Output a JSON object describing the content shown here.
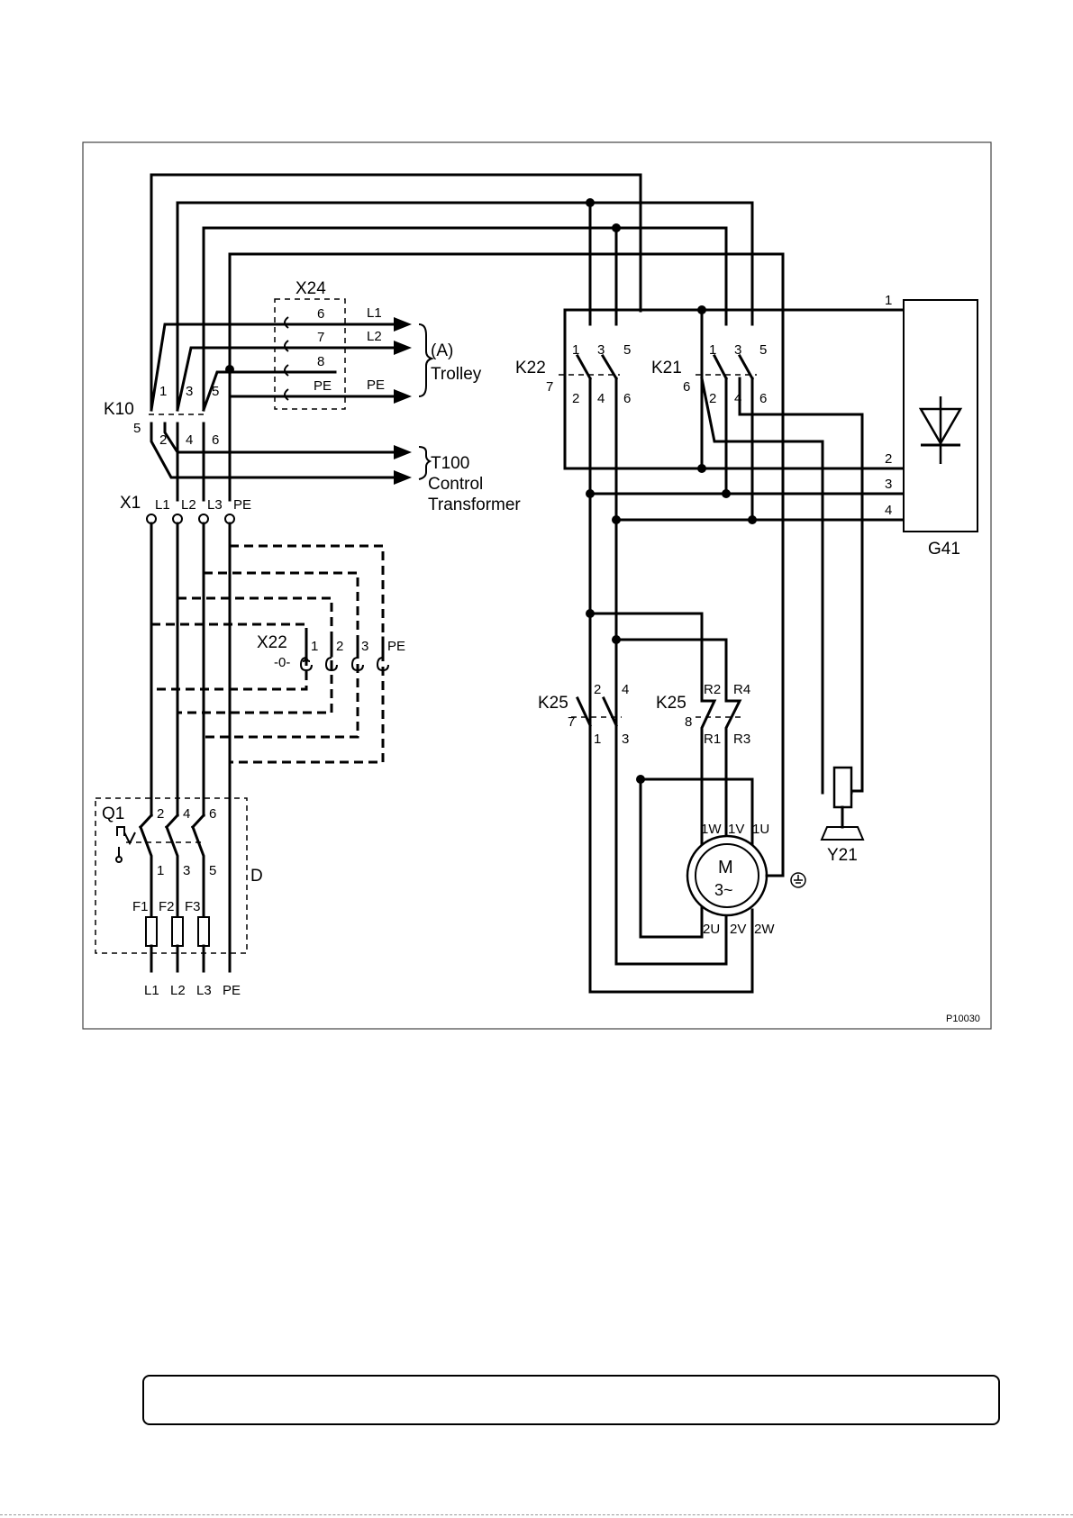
{
  "labels": {
    "x24": "X24",
    "x24_pins": [
      "6",
      "7",
      "8",
      "PE"
    ],
    "out_l1": "L1",
    "out_l2": "L2",
    "out_pe": "PE",
    "trolley_a": "(A)",
    "trolley": "Trolley",
    "k10": "K10",
    "k10_num": "5",
    "k10_top": [
      "1",
      "3",
      "5"
    ],
    "k10_bot": [
      "2",
      "4",
      "6"
    ],
    "t100": "T100",
    "control": "Control",
    "transformer": "Transformer",
    "x1": "X1",
    "x1_pins": [
      "L1",
      "L2",
      "L3",
      "PE"
    ],
    "x22": "X22",
    "x22_sub": "-0-",
    "x22_pins": [
      "1",
      "2",
      "3",
      "PE"
    ],
    "q1": "Q1",
    "q1_top": [
      "2",
      "4",
      "6"
    ],
    "q1_bot": [
      "1",
      "3",
      "5"
    ],
    "fuses": [
      "F1",
      "F2",
      "F3"
    ],
    "d": "D",
    "supply": [
      "L1",
      "L2",
      "L3",
      "PE"
    ],
    "k22": "K22",
    "k22_num": "7",
    "k21": "K21",
    "k21_num": "6",
    "contact_top": [
      "1",
      "3",
      "5"
    ],
    "contact_bot": [
      "2",
      "4",
      "6"
    ],
    "g41": "G41",
    "g41_pins": [
      "1",
      "2",
      "3",
      "4"
    ],
    "k25a": "K25",
    "k25a_num": "7",
    "k25a_top": [
      "2",
      "4"
    ],
    "k25a_bot": [
      "1",
      "3"
    ],
    "k25b": "K25",
    "k25b_num": "8",
    "k25b_top": [
      "R2",
      "R4"
    ],
    "k25b_bot": [
      "R1",
      "R3"
    ],
    "motor_m": "M",
    "motor_phase": "3~",
    "motor_top": [
      "1W",
      "1V",
      "1U"
    ],
    "motor_bot": [
      "2U",
      "2V",
      "2W"
    ],
    "y21": "Y21",
    "fig_id": "P10030"
  }
}
